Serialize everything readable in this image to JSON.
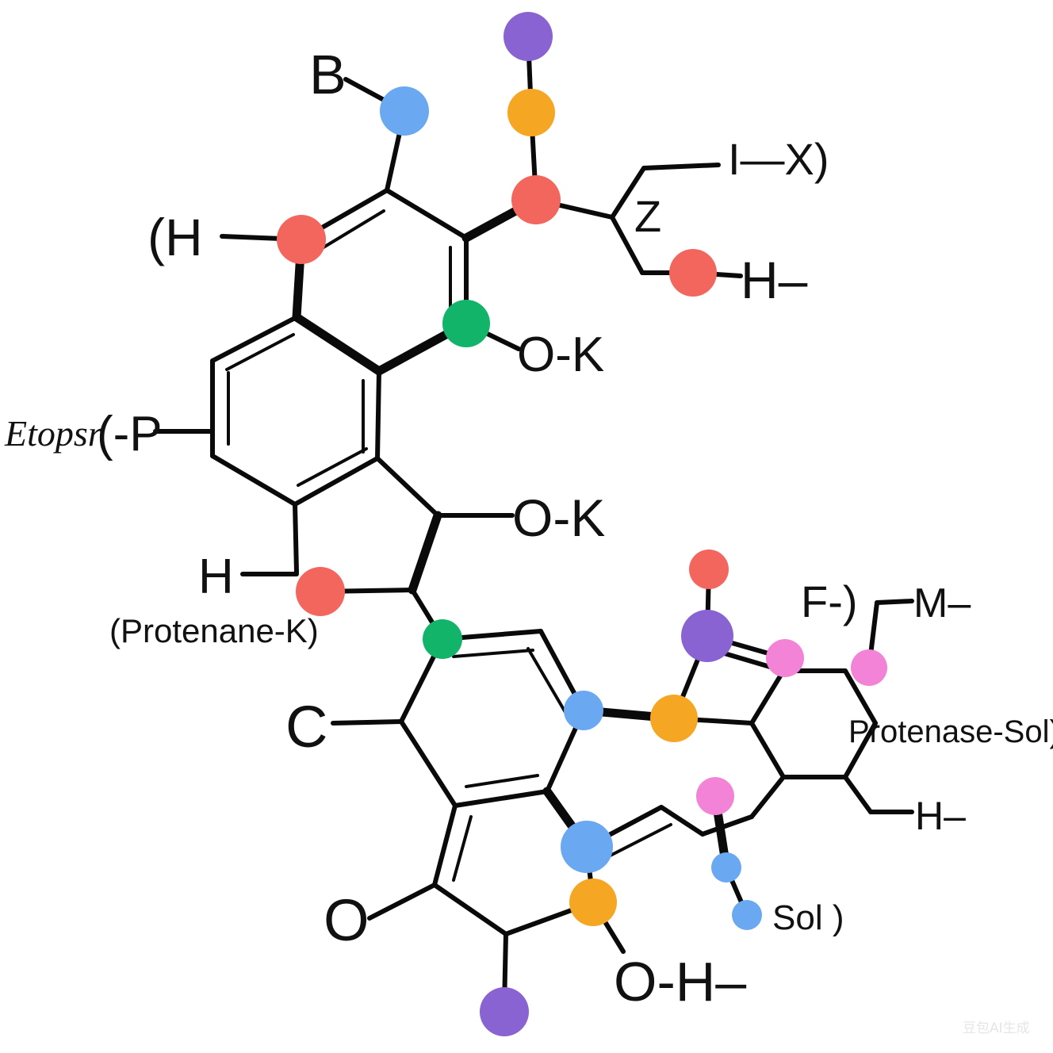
{
  "atom_colors": {
    "red": "#f2665e",
    "blue": "#6aa8f2",
    "orange": "#f5a623",
    "purple": "#8a63d2",
    "green": "#12b46a",
    "pink": "#f283d6"
  },
  "labels": {
    "b": "B",
    "h_upper_left": "(H",
    "x_top_right": "I—X)",
    "z": "Z",
    "h_right_top": "H–",
    "o_k_1": "O-K",
    "etopsr": "Etopsr",
    "p_group": "(-P",
    "o_k_2": "O-K",
    "h_mid_left": "H",
    "protenane_k": "(Protenane-K)",
    "f": "F-)",
    "m": "M–",
    "c": "C",
    "protenase_sol": "Protenase-Sol)",
    "h_right_bottom": "H–",
    "o_bottom": "O",
    "sol": "Sol )",
    "o_h": "O-H–"
  },
  "watermark": "豆包AI生成"
}
